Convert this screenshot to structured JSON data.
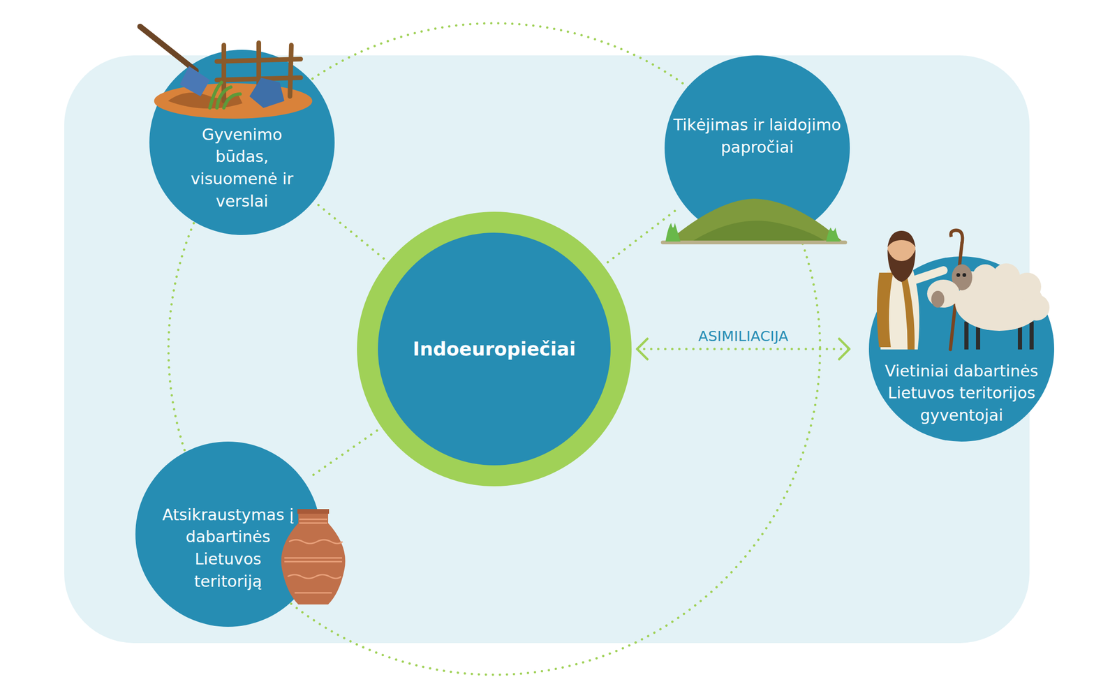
{
  "diagram": {
    "nodes": [
      {
        "text": [
          "Gyvenimo būdas, visuomenė ir verslai"
        ]
      },
      {
        "text": [
          "Tikėjimas ir laidojimo papročiai"
        ]
      },
      {
        "text": [
          "Indoeuropiečiai"
        ]
      },
      {
        "text": [
          "Atsikraustymas į dabartinės Lietuvos teritoriją"
        ]
      },
      {
        "text": [
          "Vietiniai dabartinės Lietuvos teritorijos gyventojai"
        ]
      }
    ],
    "edges": [
      {
        "from": 2,
        "to": 0,
        "arrow": "none"
      },
      {
        "from": 2,
        "to": 1,
        "arrow": "none"
      },
      {
        "from": 2,
        "to": 3,
        "arrow": "none"
      },
      {
        "from": 2,
        "to": 4,
        "label": "ASIMILIACIJA",
        "arrow": "both"
      }
    ]
  }
}
